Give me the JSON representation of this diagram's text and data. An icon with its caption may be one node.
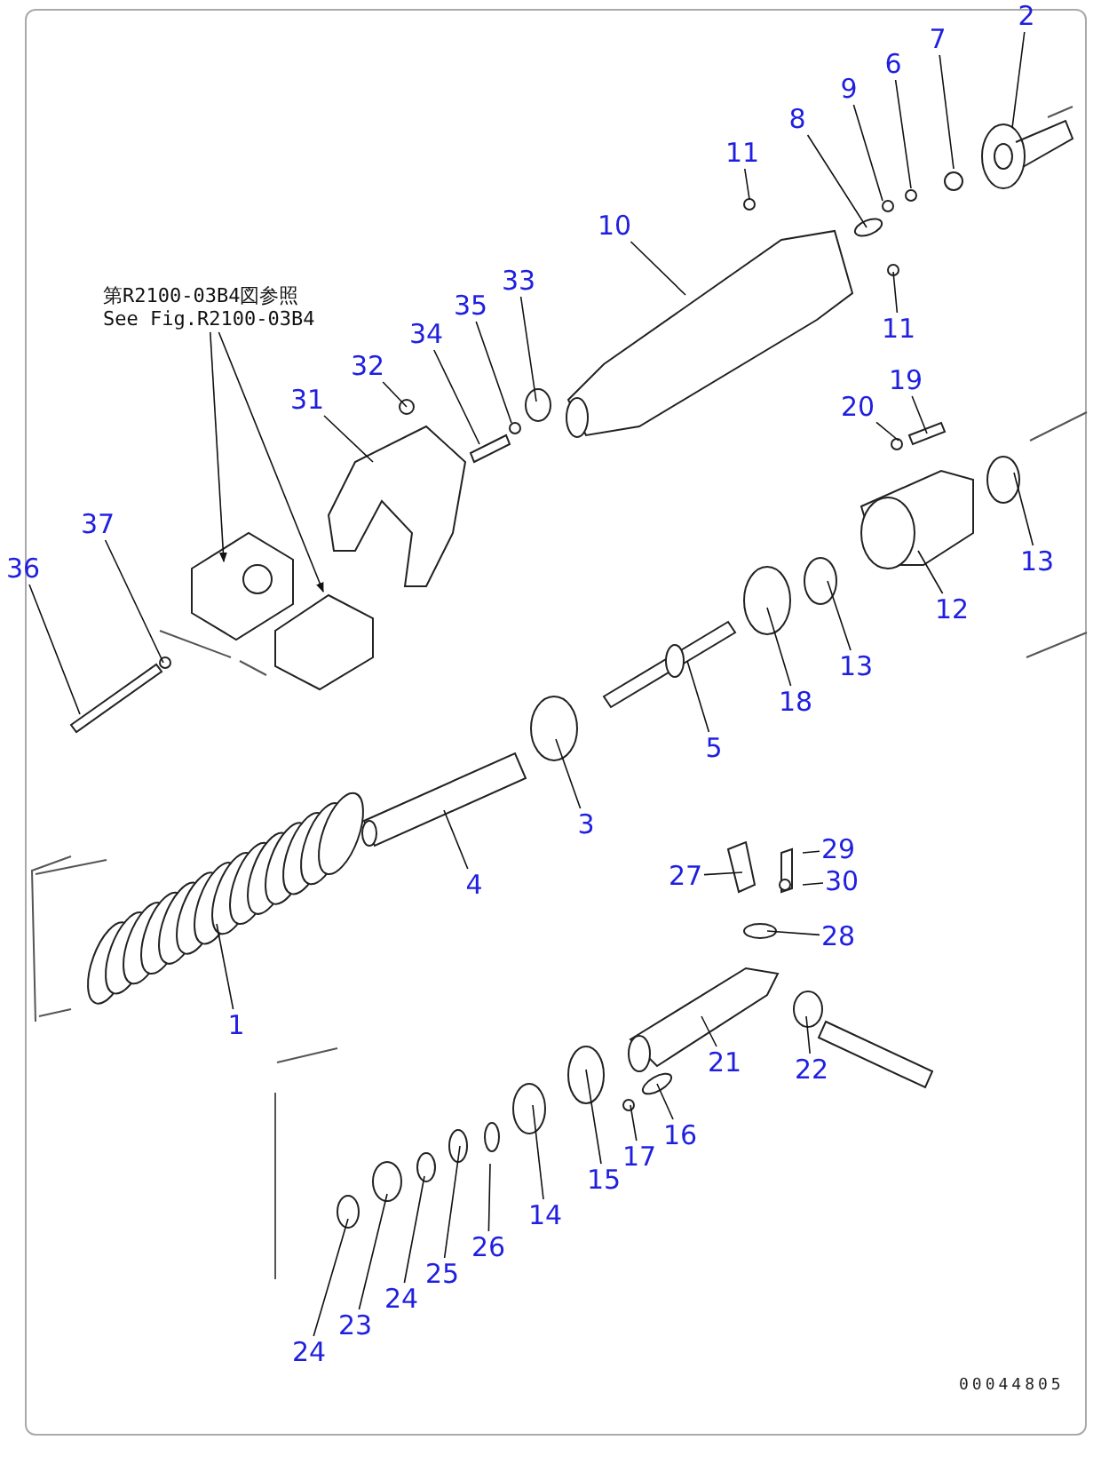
{
  "diagram": {
    "nodes": [
      {
        "text": [
          "2"
        ]
      },
      {
        "text": [
          "7"
        ]
      },
      {
        "text": [
          "6"
        ]
      },
      {
        "text": [
          "9"
        ]
      },
      {
        "text": [
          "8"
        ]
      },
      {
        "text": [
          "11"
        ]
      },
      {
        "text": [
          "10"
        ]
      },
      {
        "text": [
          "11"
        ]
      },
      {
        "text": [
          "第R2100-03B4図参照",
          "See Fig.R2100-03B4"
        ]
      },
      {
        "text": [
          "33"
        ]
      },
      {
        "text": [
          "35"
        ]
      },
      {
        "text": [
          "34"
        ]
      },
      {
        "text": [
          "32"
        ]
      },
      {
        "text": [
          "31"
        ]
      },
      {
        "text": [
          "19"
        ]
      },
      {
        "text": [
          "20"
        ]
      },
      {
        "text": [
          "37"
        ]
      },
      {
        "text": [
          "36"
        ]
      },
      {
        "text": [
          "13"
        ]
      },
      {
        "text": [
          "12"
        ]
      },
      {
        "text": [
          "13"
        ]
      },
      {
        "text": [
          "18"
        ]
      },
      {
        "text": [
          "5"
        ]
      },
      {
        "text": [
          "3"
        ]
      },
      {
        "text": [
          "4"
        ]
      },
      {
        "text": [
          "29"
        ]
      },
      {
        "text": [
          "27"
        ]
      },
      {
        "text": [
          "30"
        ]
      },
      {
        "text": [
          "28"
        ]
      },
      {
        "text": [
          "1"
        ]
      },
      {
        "text": [
          "21"
        ]
      },
      {
        "text": [
          "22"
        ]
      },
      {
        "text": [
          "16"
        ]
      },
      {
        "text": [
          "17"
        ]
      },
      {
        "text": [
          "15"
        ]
      },
      {
        "text": [
          "14"
        ]
      },
      {
        "text": [
          "26"
        ]
      },
      {
        "text": [
          "25"
        ]
      },
      {
        "text": [
          "24"
        ]
      },
      {
        "text": [
          "23"
        ]
      },
      {
        "text": [
          "24"
        ]
      }
    ],
    "edges": [
      {
        "from": 0,
        "to": null,
        "arrow": "none"
      },
      {
        "from": 1,
        "to": null,
        "arrow": "none"
      },
      {
        "from": 2,
        "to": null,
        "arrow": "none"
      },
      {
        "from": 3,
        "to": null,
        "arrow": "none"
      },
      {
        "from": 4,
        "to": null,
        "arrow": "none"
      },
      {
        "from": 5,
        "to": null,
        "arrow": "none"
      },
      {
        "from": 6,
        "to": null,
        "arrow": "none"
      },
      {
        "from": 7,
        "to": null,
        "arrow": "none"
      },
      {
        "from": 8,
        "to": null,
        "arrow": "to"
      },
      {
        "from": 8,
        "to": null,
        "arrow": "to"
      },
      {
        "from": 9,
        "to": null,
        "arrow": "none"
      },
      {
        "from": 10,
        "to": null,
        "arrow": "none"
      },
      {
        "from": 11,
        "to": null,
        "arrow": "none"
      },
      {
        "from": 12,
        "to": null,
        "arrow": "none"
      },
      {
        "from": 13,
        "to": null,
        "arrow": "none"
      },
      {
        "from": 14,
        "to": null,
        "arrow": "none"
      },
      {
        "from": 15,
        "to": null,
        "arrow": "none"
      },
      {
        "from": 16,
        "to": null,
        "arrow": "none"
      },
      {
        "from": 17,
        "to": null,
        "arrow": "none"
      },
      {
        "from": 18,
        "to": null,
        "arrow": "none"
      },
      {
        "from": 19,
        "to": null,
        "arrow": "none"
      },
      {
        "from": 20,
        "to": null,
        "arrow": "none"
      },
      {
        "from": 21,
        "to": null,
        "arrow": "none"
      },
      {
        "from": 22,
        "to": null,
        "arrow": "none"
      },
      {
        "from": 23,
        "to": null,
        "arrow": "none"
      },
      {
        "from": 24,
        "to": null,
        "arrow": "none"
      },
      {
        "from": 25,
        "to": null,
        "arrow": "none"
      },
      {
        "from": 26,
        "to": null,
        "arrow": "none"
      },
      {
        "from": 27,
        "to": null,
        "arrow": "none"
      },
      {
        "from": 28,
        "to": null,
        "arrow": "none"
      },
      {
        "from": 29,
        "to": null,
        "arrow": "none"
      },
      {
        "from": 30,
        "to": null,
        "arrow": "none"
      },
      {
        "from": 31,
        "to": null,
        "arrow": "none"
      },
      {
        "from": 32,
        "to": null,
        "arrow": "none"
      },
      {
        "from": 33,
        "to": null,
        "arrow": "none"
      },
      {
        "from": 34,
        "to": null,
        "arrow": "none"
      },
      {
        "from": 35,
        "to": null,
        "arrow": "none"
      },
      {
        "from": 36,
        "to": null,
        "arrow": "none"
      },
      {
        "from": 37,
        "to": null,
        "arrow": "none"
      },
      {
        "from": 38,
        "to": null,
        "arrow": "none"
      },
      {
        "from": 39,
        "to": null,
        "arrow": "none"
      },
      {
        "from": 40,
        "to": null,
        "arrow": "none"
      }
    ],
    "labels": [
      "00044805"
    ]
  }
}
